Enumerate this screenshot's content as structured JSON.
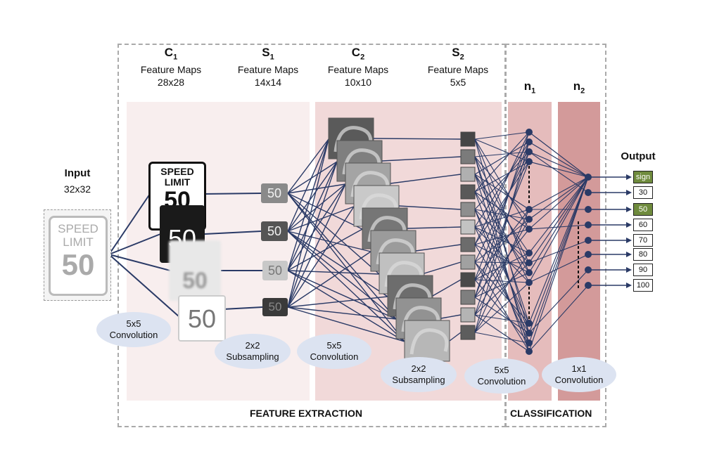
{
  "input": {
    "title": "Input",
    "size": "32x32",
    "sign_line1": "SPEED",
    "sign_line2": "LIMIT",
    "sign_number": "50"
  },
  "layers": [
    {
      "id": "c1",
      "letter": "C",
      "index": "1",
      "caption": "Feature Maps",
      "size": "28x28"
    },
    {
      "id": "s1",
      "letter": "S",
      "index": "1",
      "caption": "Feature Maps",
      "size": "14x14"
    },
    {
      "id": "c2",
      "letter": "C",
      "index": "2",
      "caption": "Feature Maps",
      "size": "10x10"
    },
    {
      "id": "s2",
      "letter": "S",
      "index": "2",
      "caption": "Feature Maps",
      "size": "5x5"
    }
  ],
  "neurons": [
    {
      "id": "n1",
      "letter": "n",
      "index": "1"
    },
    {
      "id": "n2",
      "letter": "n",
      "index": "2"
    }
  ],
  "c1_maps": {
    "line1": "SPEED",
    "line2": "LIMIT",
    "number": "50"
  },
  "s1_maps": [
    "50",
    "50",
    "50",
    "50"
  ],
  "operations": [
    {
      "id": "conv1",
      "line1": "5x5",
      "line2": "Convolution"
    },
    {
      "id": "sub1",
      "line1": "2x2",
      "line2": "Subsampling"
    },
    {
      "id": "conv2",
      "line1": "5x5",
      "line2": "Convolution"
    },
    {
      "id": "sub2",
      "line1": "2x2",
      "line2": "Subsampling"
    },
    {
      "id": "conv3",
      "line1": "5x5",
      "line2": "Convolution"
    },
    {
      "id": "conv4",
      "line1": "1x1",
      "line2": "Convolution"
    }
  ],
  "output": {
    "title": "Output",
    "classes": [
      "sign",
      "30",
      "50",
      "60",
      "70",
      "80",
      "90",
      "100"
    ],
    "highlighted": [
      "sign",
      "50"
    ]
  },
  "sections": {
    "feature": "FEATURE EXTRACTION",
    "classification": "CLASSIFICATION"
  },
  "colors": {
    "line": "#2a3a66",
    "highlight": "#6f8b3d",
    "ellipse": "#dce3f1",
    "panel_light": "#f8eeee",
    "panel_mid": "#f1d9d9",
    "n1_bar": "#e5bcbc",
    "n2_bar": "#d39a9a"
  }
}
